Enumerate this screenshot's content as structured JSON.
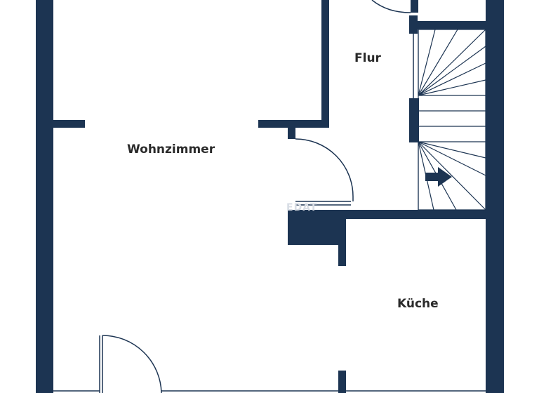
{
  "rooms": {
    "wohnzimmer": "Wohnzimmer",
    "flur": "Flur",
    "kueche": "Küche"
  },
  "watermark": "EDAT",
  "colors": {
    "wall": "#1c3452",
    "line": "#1c3452",
    "background": "#ffffff",
    "label": "#2a2a2a"
  }
}
